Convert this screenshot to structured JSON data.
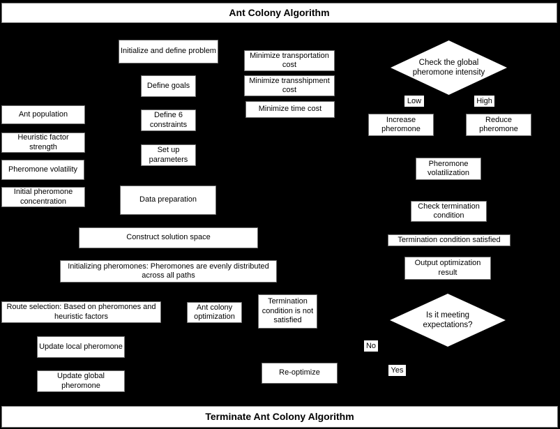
{
  "title": "Ant Colony Algorithm",
  "colors": {
    "background": "#000000",
    "node_fill": "#ffffff",
    "node_border": "#6e6e6e",
    "text": "#000000"
  },
  "header": {
    "title": "Ant Colony Algorithm"
  },
  "footer": {
    "title": "Terminate Ant Colony Algorithm"
  },
  "nodes": {
    "initialize_define_problem": "Initialize and define problem",
    "define_goals": "Define goals",
    "define_constraints": "Define 6 constraints",
    "setup_parameters": "Set up parameters",
    "ant_population": "Ant population",
    "heuristic_factor_strength": "Heuristic factor strength",
    "pheromone_volatility": "Pheromone volatility",
    "initial_pheromone_concentration": "Initial pheromone concentration",
    "minimize_transportation": "Minimize transportation cost",
    "minimize_transshipment": "Minimize transshipment cost",
    "minimize_time": "Minimize time cost",
    "increase_pheromone": "Increase pheromone",
    "reduce_pheromone": "Reduce pheromone",
    "pheromone_volatilization": "Pheromone volatilization",
    "data_preparation": "Data preparation",
    "check_termination_condition": "Check termination condition",
    "construct_solution_space": "Construct solution space",
    "termination_condition_satisfied": "Termination condition satisfied",
    "initializing_pheromones": "Initializing pheromones: Pheromones are evenly distributed across all paths",
    "output_optimization_result": "Output optimization result",
    "route_selection": "Route selection: Based on pheromones and heuristic factors",
    "ant_colony_optimization": "Ant colony optimization",
    "termination_not_satisfied": "Termination condition is not satisfied",
    "update_local_pheromone": "Update local pheromone",
    "update_global_pheromone": "Update global pheromone",
    "re_optimize": "Re-optimize"
  },
  "decisions": {
    "check_global_pheromone": "Check the global pheromone intensity",
    "meeting_expectations": "Is it meeting expectations?"
  },
  "branch_labels": {
    "low": "Low",
    "high": "High",
    "no": "No",
    "yes": "Yes"
  }
}
